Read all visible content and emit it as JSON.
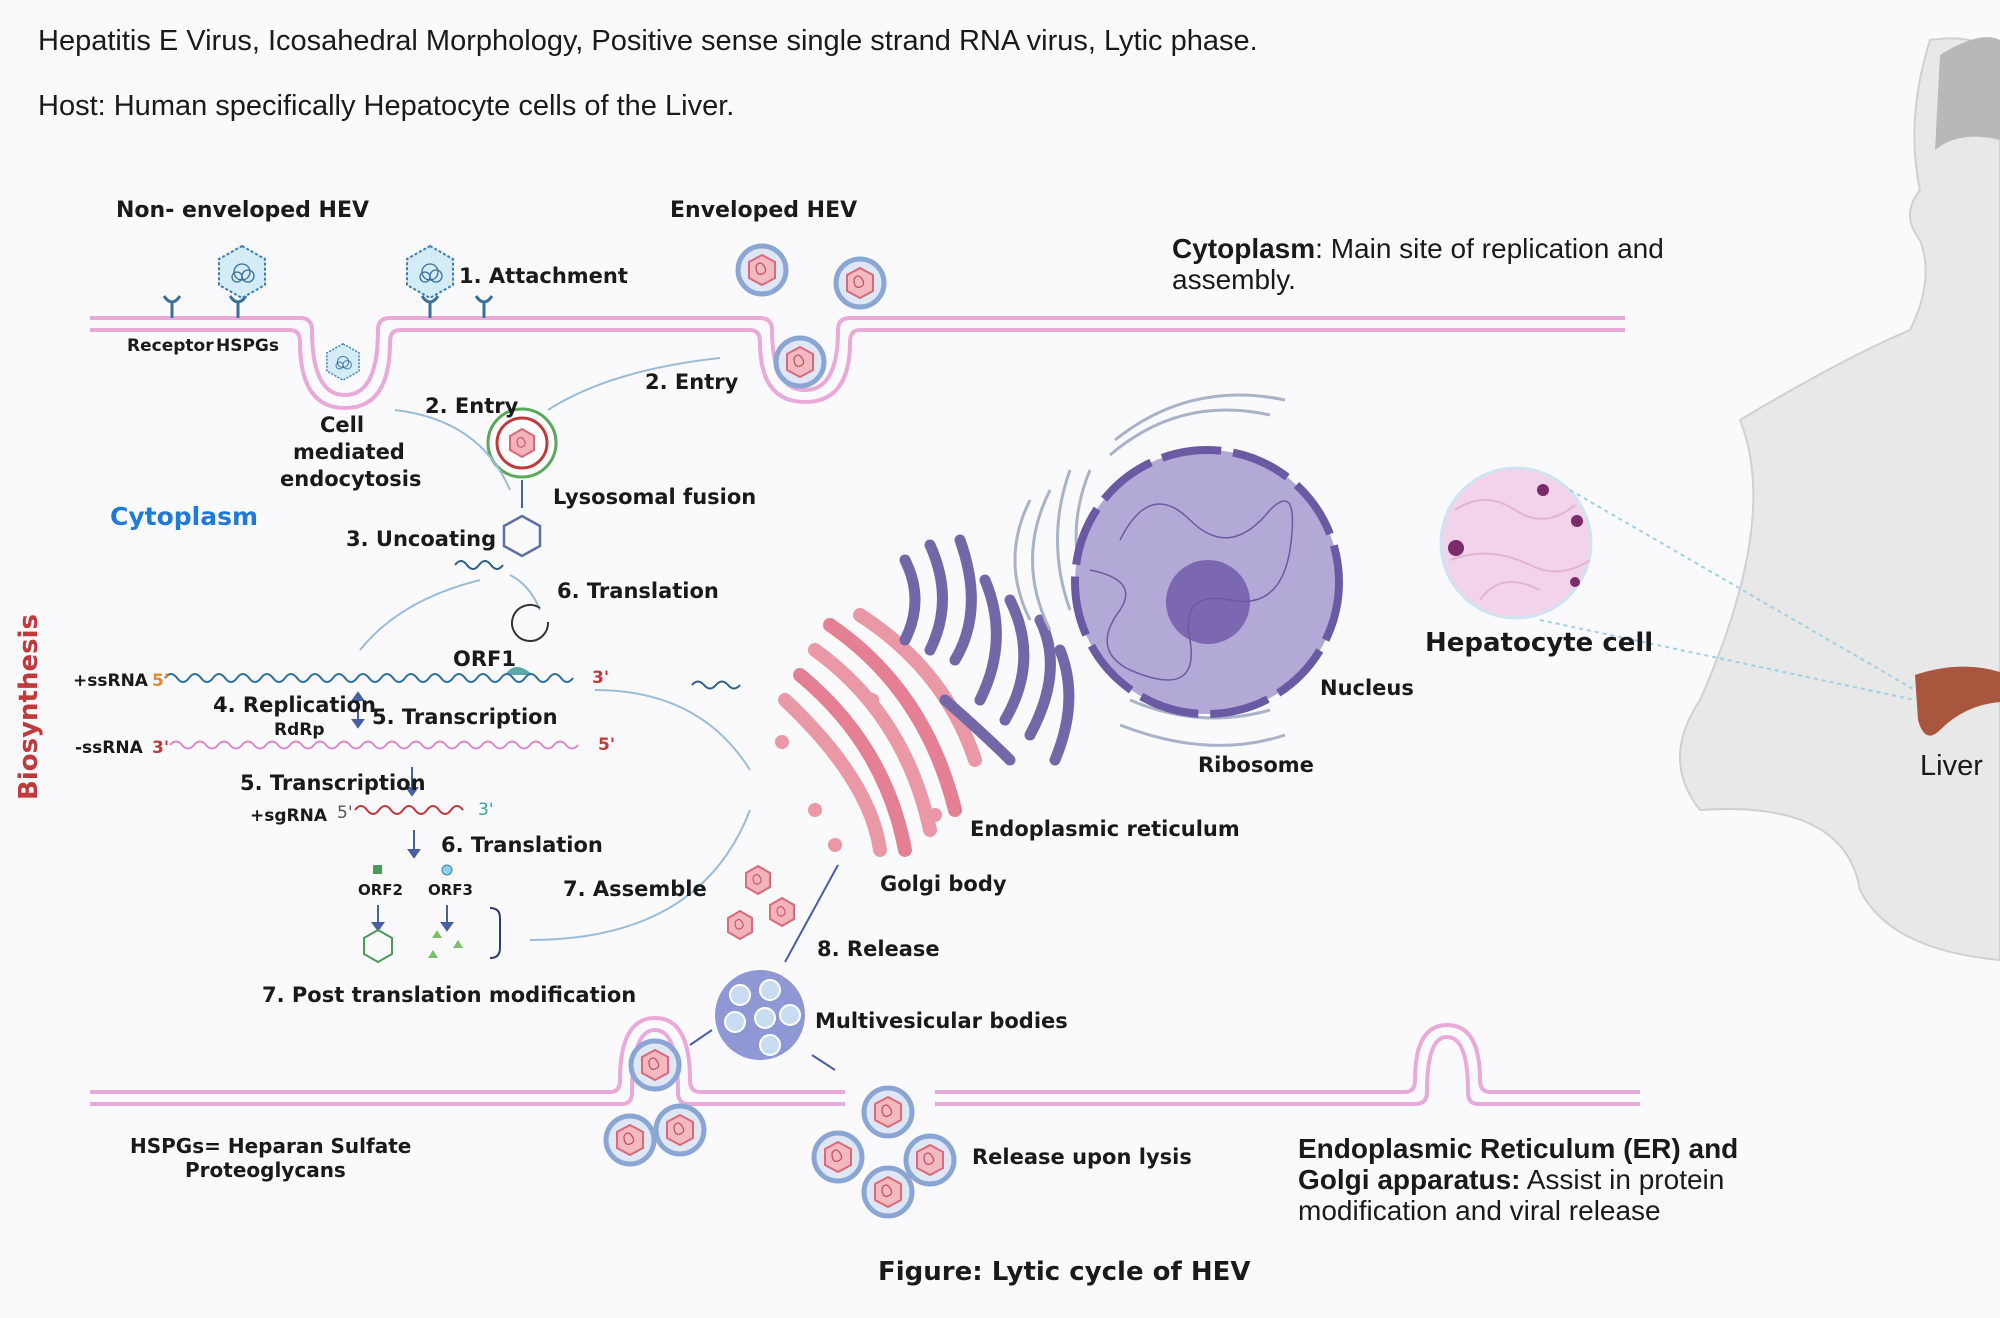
{
  "header": {
    "line1": "Hepatitis E Virus, Icosahedral Morphology, Positive sense single strand RNA virus, Lytic phase.",
    "line2": "Host: Human specifically Hepatocyte cells of the Liver."
  },
  "labels": {
    "non_enveloped": "Non- enveloped HEV",
    "enveloped": "Enveloped HEV",
    "receptor": "Receptor",
    "hspgs": "HSPGs",
    "attachment": "1.  Attachment",
    "entry_left": "2. Entry",
    "entry_right": "2. Entry",
    "cell_mediated_1": "Cell",
    "cell_mediated_2": "mediated",
    "cell_mediated_3": "endocytosis",
    "lysosomal_fusion": "Lysosomal fusion",
    "cytoplasm_left": "Cytoplasm",
    "uncoating": "3. Uncoating",
    "translation_top": "6. Translation",
    "orf1": "ORF1",
    "biosynthesis": "Biosynthesis",
    "pos_ssrna": "+ssRNA",
    "neg_ssrna": "-ssRNA",
    "five_prime": "5'",
    "three_prime": "3'",
    "replication": "4. Replication",
    "rdrp": "RdRp",
    "transcription_a": "5. Transcription",
    "transcription_b": "5. Transcription",
    "sgrna": "+sgRNA",
    "translation_bottom": "6. Translation",
    "orf2": "ORF2",
    "orf3": "ORF3",
    "assemble": "7. Assemble",
    "post_translation": "7. Post translation modification",
    "golgi_body": "Golgi body",
    "endoplasmic_reticulum": "Endoplasmic reticulum",
    "ribosome": "Ribosome",
    "nucleus": "Nucleus",
    "release": "8. Release",
    "multivesicular": "Multivesicular bodies",
    "release_lysis": "Release upon lysis",
    "hspgs_def_1": "HSPGs= Heparan Sulfate",
    "hspgs_def_2": "Proteoglycans",
    "hepatocyte_cell": "Hepatocyte cell",
    "liver": "Liver",
    "figure_caption": "Figure: Lytic cycle of HEV"
  },
  "notes": {
    "cytoplasm_bold": "Cytoplasm",
    "cytoplasm_text_1": ": Main site of replication and",
    "cytoplasm_text_2": "assembly.",
    "er_bold_1": "Endoplasmic Reticulum (ER) and",
    "er_bold_2": "Golgi apparatus:",
    "er_text_1": " Assist in protein",
    "er_text_2": "modification and viral release"
  },
  "colors": {
    "membrane": "#e9a9d9",
    "virus_blue": "#3a7fb5",
    "capsid_pink": "#e48f9a",
    "envelope_blue": "#8aa6d4",
    "nucleus_purple": "#7b68b0",
    "golgi_pink": "#e57f93",
    "er_grey": "#a9b2c7",
    "skin_grey": "#e6e6e6",
    "liver_brown": "#a9563f"
  }
}
